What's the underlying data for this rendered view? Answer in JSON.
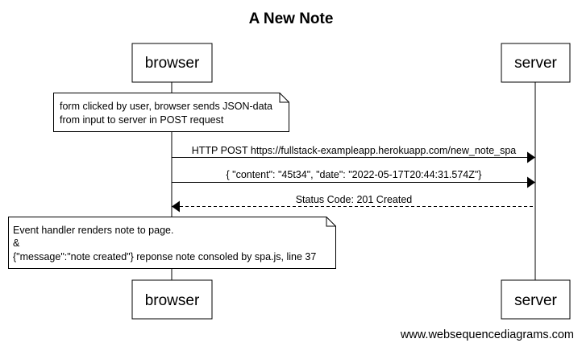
{
  "title": "A New Note",
  "participants": {
    "browser": "browser",
    "server": "server"
  },
  "notes": [
    {
      "lines": [
        "form clicked by user, browser sends JSON-data",
        "from input to server in POST request"
      ]
    },
    {
      "lines": [
        "Event handler renders note to page.",
        "&",
        "{\"message\":\"note created\"} reponse note consoled by spa.js, line 37"
      ]
    }
  ],
  "messages": [
    {
      "from": "browser",
      "to": "server",
      "style": "solid",
      "label": "HTTP POST https://fullstack-exampleapp.herokuapp.com/new_note_spa"
    },
    {
      "from": "browser",
      "to": "server",
      "style": "solid",
      "label": "{ \"content\": \"45t34\",  \"date\": \"2022-05-17T20:44:31.574Z\"}"
    },
    {
      "from": "server",
      "to": "browser",
      "style": "dashed",
      "label": "Status Code: 201 Created"
    }
  ],
  "watermark": "www.websequencediagrams.com"
}
